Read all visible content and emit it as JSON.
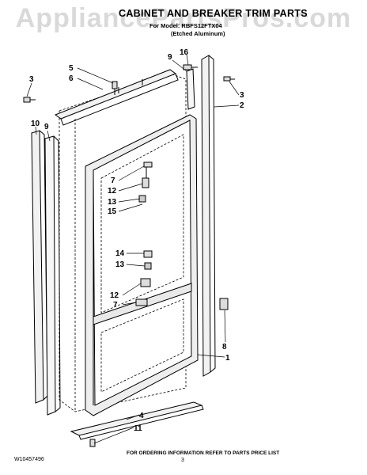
{
  "watermark": "AppliancePartsPros.com",
  "header": {
    "title": "CABINET AND BREAKER TRIM PARTS",
    "model_line": "For Model: RBFS12FTX04",
    "finish_line": "(Etched Aluminum)"
  },
  "callouts": {
    "c5": "5",
    "c6": "6",
    "c3a": "3",
    "c3b": "3",
    "c9a": "9",
    "c9b": "9",
    "c16": "16",
    "c2": "2",
    "c10": "10",
    "c7a": "7",
    "c12a": "12",
    "c13a": "13",
    "c15": "15",
    "c14": "14",
    "c13b": "13",
    "c12b": "12",
    "c7b": "7",
    "c8": "8",
    "c1": "1",
    "c4": "4",
    "c11": "11"
  },
  "footer": {
    "order_note": "FOR ORDERING INFORMATION REFER TO PARTS PRICE LIST",
    "doc_number": "W10457496",
    "page_number": "3"
  },
  "colors": {
    "line": "#000000",
    "frame_fill": "#e9e9e9",
    "watermark": "#787878"
  }
}
